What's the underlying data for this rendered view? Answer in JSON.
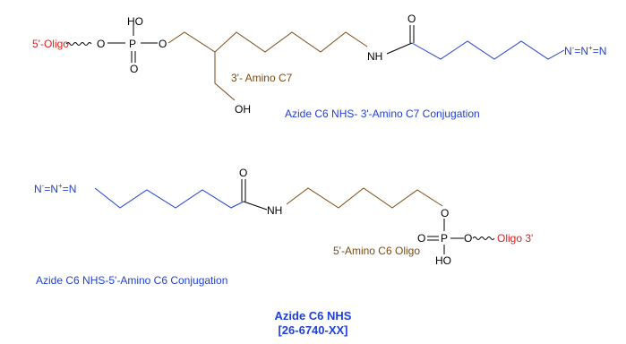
{
  "top_molecule": {
    "oligo_5_label": "5'-Oligo",
    "phosphate_oh": "HO",
    "phosphate_p": "P",
    "phosphate_o_left": "O",
    "phosphate_o_right": "O",
    "phosphate_o_double": "O",
    "linker_label": "3'- Amino C7",
    "hydroxyl": "OH",
    "nh": "NH",
    "carbonyl_o": "O",
    "azide_n1": "N",
    "azide_n2": "N",
    "azide_n3": "N",
    "azide_charge_plus": "+",
    "azide_charge_minus": "-",
    "caption": "Azide C6 NHS- 3'-Amino C7 Conjugation"
  },
  "bottom_molecule": {
    "azide_n1": "N",
    "azide_n2": "N",
    "azide_n3": "N",
    "azide_charge_minus": "-",
    "azide_charge_plus": "+",
    "carbonyl_o": "O",
    "nh": "NH",
    "phosphate_o_top": "O",
    "phosphate_o_double": "O",
    "phosphate_p": "P",
    "phosphate_o_right": "O",
    "phosphate_ho": "HO",
    "oligo_3_label": "Oligo 3'",
    "linker_label": "5'-Amino C6 Oligo",
    "caption": "Azide C6 NHS-5'-Amino C6 Conjugation"
  },
  "footer": {
    "product_name": "Azide C6 NHS",
    "catalog_number": "[26-6740-XX]"
  },
  "colors": {
    "bond_black": "#000000",
    "linker_brown": "#7a4a14",
    "azide_blue": "#1f3fd6",
    "oligo_red": "#e31b1b"
  }
}
